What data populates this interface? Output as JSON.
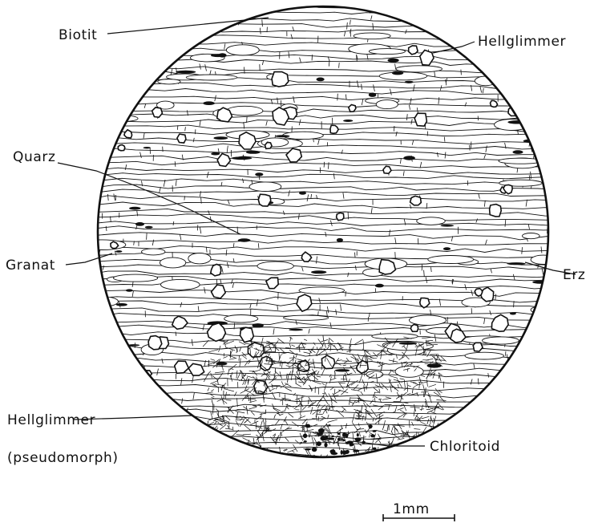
{
  "labels": {
    "biotit": "Biotit",
    "hellglimmer_top": "Hellglimmer",
    "quarz": "Quarz",
    "granat": "Granat",
    "erz": "Erz",
    "hellglimmer_pseudo": "Hellglimmer",
    "pseudomorph": "(pseudomorph)",
    "chloritoid": "Chloritoid"
  },
  "scale_bar": {
    "label": "1mm"
  },
  "colors": {
    "ink": "#111111",
    "paper": "#ffffff"
  }
}
